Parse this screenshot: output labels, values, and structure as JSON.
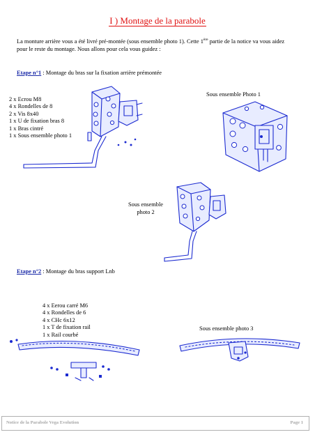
{
  "title": "I ) Montage de la parabole",
  "intro": {
    "part1": "La monture arrière vous a été livré pré-montée (sous ensemble photo 1). Cette 1",
    "sup": "ère",
    "part2": " partie de la notice va vous aidez pour le reste du montage. Nous allons pour cela vous guidez :"
  },
  "step1": {
    "label": "Etape n°1",
    "text": " : Montage du bras sur la fixation arrière prémontée"
  },
  "list1": [
    "2 x Ecrou M8",
    "4 x Rondelles de 8",
    "2 x Vis 8x40",
    "1 x U de fixation bras 8",
    "1 x Bras cintré",
    "1 x Sous ensemble photo 1"
  ],
  "caption1": "Sous ensemble Photo 1",
  "caption2": [
    "Sous ensemble",
    "photo 2"
  ],
  "step2": {
    "label": "Etape n°2",
    "text": " : Montage du bras support Lnb"
  },
  "list2": [
    "4 x Eerou carré M6",
    "4 x Rondelles de 6",
    "4 x CHc 6x12",
    "1 x T de fixation rail",
    "1 x Rail courbé"
  ],
  "caption3": "Sous ensemble photo 3",
  "footer": {
    "left": "Notice de la Parabole Vega Evolution",
    "right": "Page 1"
  },
  "colors": {
    "title": "#e01010",
    "step_label": "#1a2aa8",
    "drawing": "#1b2ad0"
  }
}
